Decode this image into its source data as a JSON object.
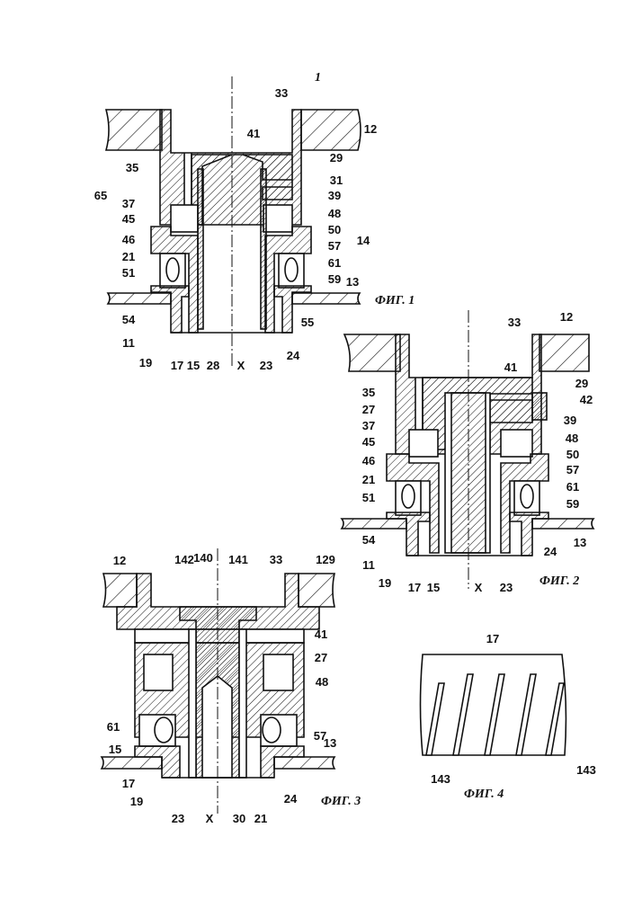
{
  "sheet_number": "1",
  "figures": [
    {
      "caption": "ФИГ. 1",
      "labels": [
        "33",
        "12",
        "41",
        "35",
        "29",
        "31",
        "65",
        "37",
        "39",
        "45",
        "48",
        "50",
        "14",
        "46",
        "57",
        "21",
        "61",
        "51",
        "59",
        "13",
        "54",
        "55",
        "11",
        "19",
        "17",
        "15",
        "28",
        "X",
        "23",
        "24"
      ]
    },
    {
      "caption": "ФИГ. 2",
      "labels": [
        "33",
        "12",
        "41",
        "29",
        "42",
        "35",
        "27",
        "39",
        "37",
        "48",
        "45",
        "50",
        "46",
        "57",
        "21",
        "61",
        "51",
        "59",
        "54",
        "13",
        "24",
        "11",
        "19",
        "17",
        "15",
        "X",
        "23"
      ]
    },
    {
      "caption": "ФИГ. 3",
      "labels": [
        "12",
        "142",
        "140",
        "141",
        "33",
        "129",
        "41",
        "27",
        "48",
        "61",
        "57",
        "13",
        "15",
        "17",
        "19",
        "23",
        "X",
        "30",
        "21",
        "24"
      ]
    },
    {
      "caption": "ФИГ. 4",
      "labels": [
        "17",
        "143",
        "143"
      ]
    }
  ]
}
